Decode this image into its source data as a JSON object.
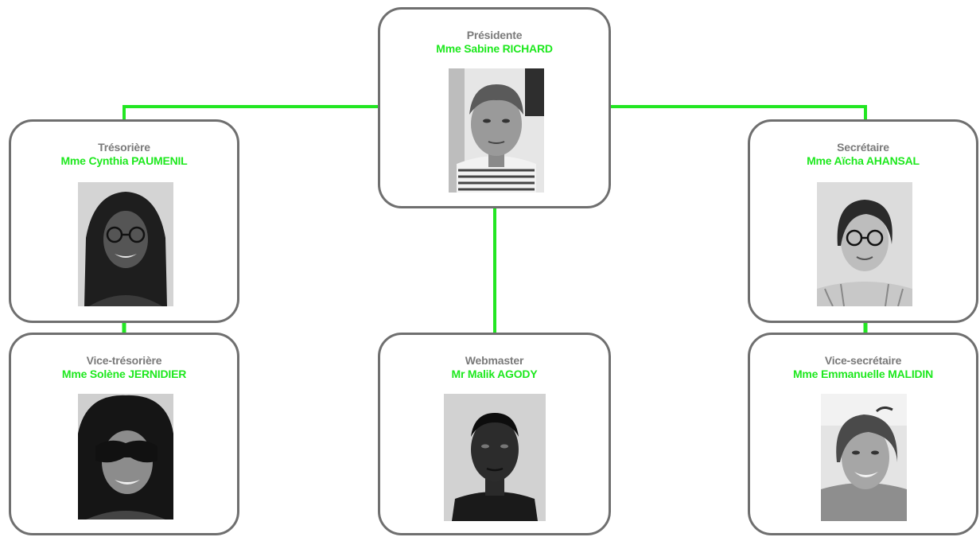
{
  "colors": {
    "connector": "#22e622",
    "border": "#6f6f6f",
    "role_text": "#7a7a7a",
    "name_text": "#1ee81e"
  },
  "president": {
    "role": "Présidente",
    "name": "Mme Sabine RICHARD"
  },
  "tresoriere": {
    "role": "Trésorière",
    "name": "Mme Cynthia PAUMENIL"
  },
  "secretaire": {
    "role": "Secrétaire",
    "name": "Mme Aïcha AHANSAL"
  },
  "vice_tresoriere": {
    "role": "Vice-trésorière",
    "name": "Mme Solène JERNIDIER"
  },
  "webmaster": {
    "role": "Webmaster",
    "name": "Mr Malik AGODY"
  },
  "vice_secretaire": {
    "role": "Vice-secrétaire",
    "name": "Mme Emmanuelle MALIDIN"
  }
}
